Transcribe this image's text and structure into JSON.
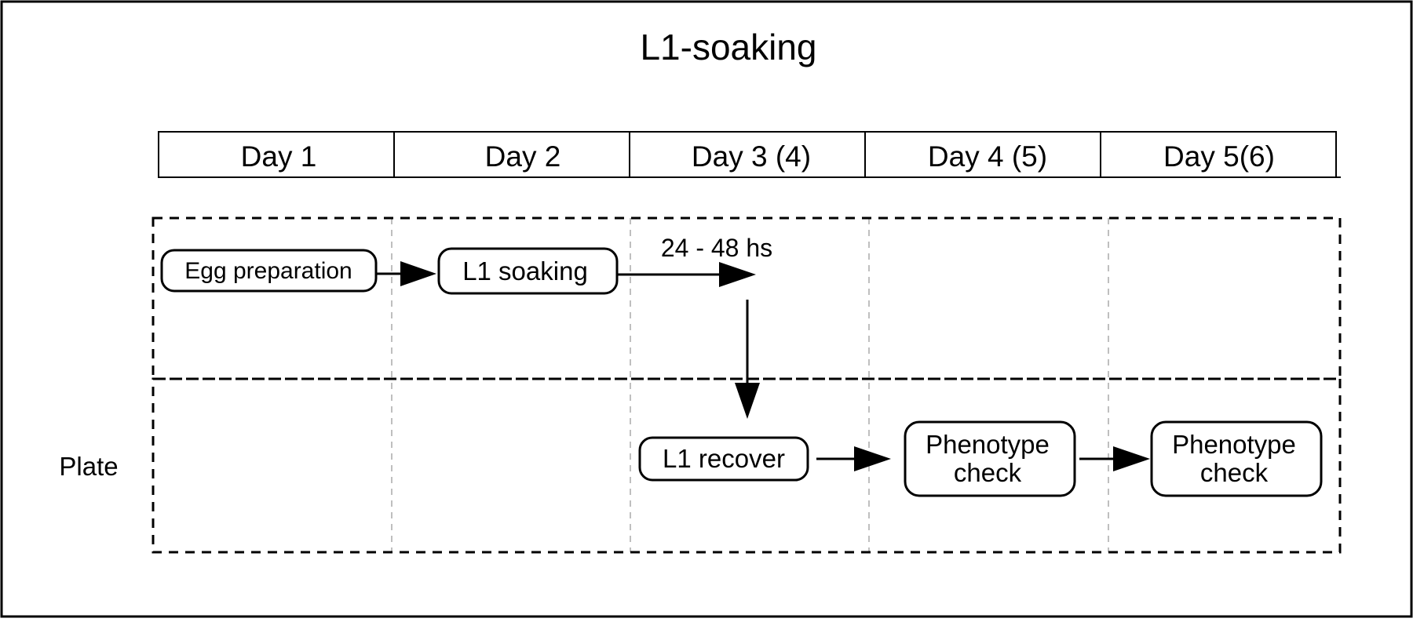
{
  "title": "L1-soaking",
  "days": [
    "Day 1",
    "Day 2",
    "Day 3 (4)",
    "Day 4 (5)",
    "Day 5(6)"
  ],
  "rows": {
    "plate_label": "Plate"
  },
  "steps": {
    "egg_preparation": "Egg preparation",
    "l1_soaking": "L1 soaking",
    "duration": "24 - 48 hs",
    "l1_recover": "L1 recover",
    "phenotype_check_1": [
      "Phenotype",
      "check"
    ],
    "phenotype_check_2": [
      "Phenotype",
      "check"
    ]
  },
  "colors": {
    "line": "#000000",
    "grid": "#aaaaaa",
    "background": "#ffffff"
  }
}
